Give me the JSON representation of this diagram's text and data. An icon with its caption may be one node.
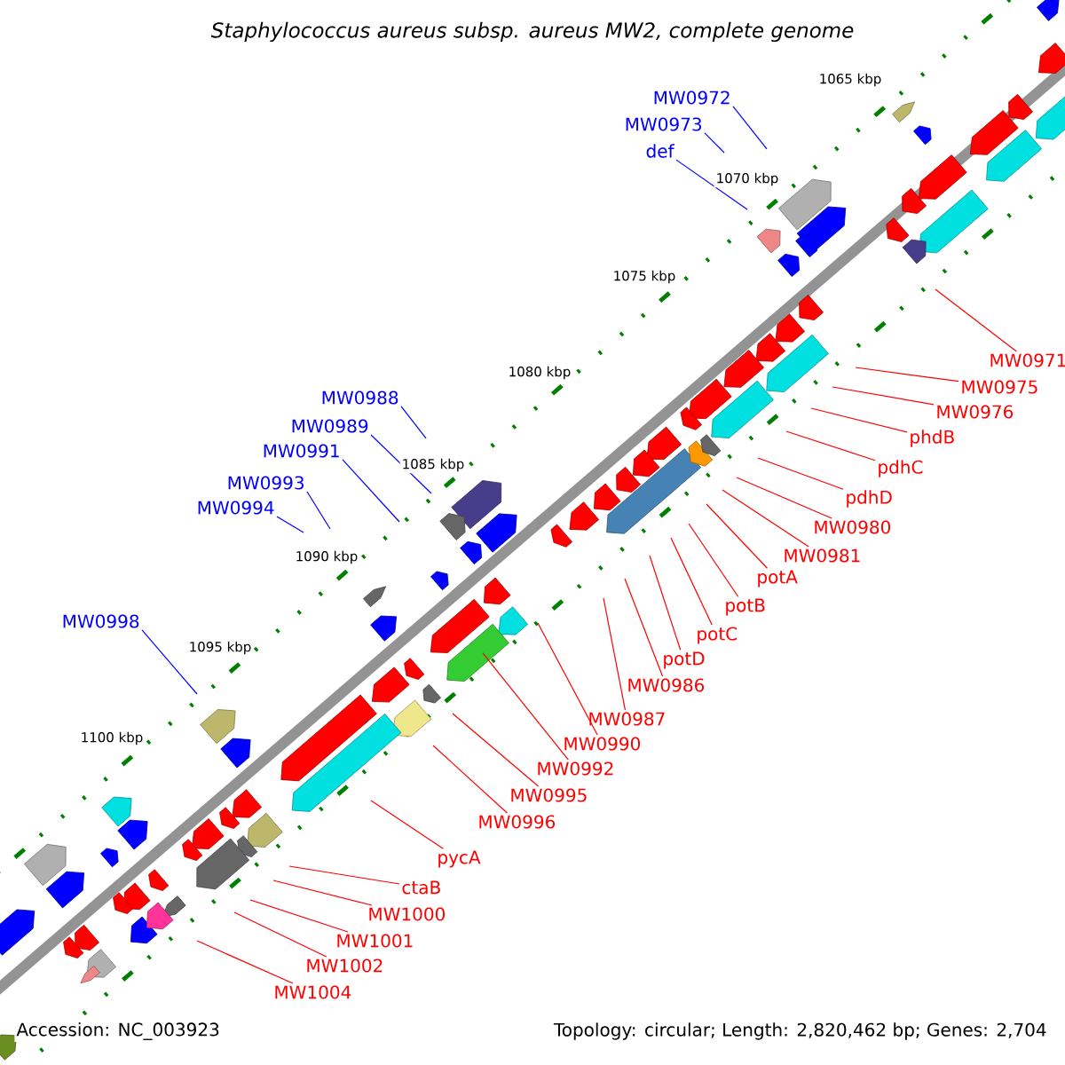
{
  "diagram": {
    "title": "Staphylococcus aureus subsp. aureus MW2, complete genome",
    "nodes": [
      {
        "text": [
          "MW0972"
        ]
      },
      {
        "text": [
          "MW0973"
        ]
      },
      {
        "text": [
          "def"
        ]
      },
      {
        "text": [
          "MW0988"
        ]
      },
      {
        "text": [
          "MW0989"
        ]
      },
      {
        "text": [
          "MW0991"
        ]
      },
      {
        "text": [
          "MW0993"
        ]
      },
      {
        "text": [
          "MW0994"
        ]
      },
      {
        "text": [
          "MW0998"
        ]
      },
      {
        "text": [
          "MW0971"
        ]
      },
      {
        "text": [
          "MW0975"
        ]
      },
      {
        "text": [
          "MW0976"
        ]
      },
      {
        "text": [
          "phdB"
        ]
      },
      {
        "text": [
          "pdhC"
        ]
      },
      {
        "text": [
          "pdhD"
        ]
      },
      {
        "text": [
          "MW0980"
        ]
      },
      {
        "text": [
          "MW0981"
        ]
      },
      {
        "text": [
          "potA"
        ]
      },
      {
        "text": [
          "potB"
        ]
      },
      {
        "text": [
          "potC"
        ]
      },
      {
        "text": [
          "potD"
        ]
      },
      {
        "text": [
          "MW0986"
        ]
      },
      {
        "text": [
          "MW0987"
        ]
      },
      {
        "text": [
          "MW0990"
        ]
      },
      {
        "text": [
          "MW0992"
        ]
      },
      {
        "text": [
          "MW0995"
        ]
      },
      {
        "text": [
          "MW0996"
        ]
      },
      {
        "text": [
          "pycA"
        ]
      },
      {
        "text": [
          "ctaB"
        ]
      },
      {
        "text": [
          "MW1000"
        ]
      },
      {
        "text": [
          "MW1001"
        ]
      },
      {
        "text": [
          "MW1002"
        ]
      },
      {
        "text": [
          "MW1004"
        ]
      }
    ],
    "edges": [
      {
        "from": 0,
        "to": null,
        "arrow": "none",
        "color": "#0000ff"
      },
      {
        "from": 1,
        "to": null,
        "arrow": "none",
        "color": "#0000ff"
      },
      {
        "from": 2,
        "to": null,
        "arrow": "none",
        "color": "#0000ff"
      },
      {
        "from": 3,
        "to": null,
        "arrow": "none",
        "color": "#0000ff"
      },
      {
        "from": 4,
        "to": null,
        "arrow": "none",
        "color": "#0000ff"
      },
      {
        "from": 5,
        "to": null,
        "arrow": "none",
        "color": "#0000ff"
      },
      {
        "from": 6,
        "to": null,
        "arrow": "none",
        "color": "#0000ff"
      },
      {
        "from": 7,
        "to": null,
        "arrow": "none",
        "color": "#0000ff"
      },
      {
        "from": 8,
        "to": null,
        "arrow": "none",
        "color": "#0000ff"
      },
      {
        "from": 9,
        "to": null,
        "arrow": "none"
      },
      {
        "from": 10,
        "to": null,
        "arrow": "none"
      },
      {
        "from": 11,
        "to": null,
        "arrow": "none"
      },
      {
        "from": 12,
        "to": null,
        "arrow": "none"
      },
      {
        "from": 13,
        "to": null,
        "arrow": "none"
      },
      {
        "from": 14,
        "to": null,
        "arrow": "none"
      },
      {
        "from": 15,
        "to": null,
        "arrow": "none"
      },
      {
        "from": 16,
        "to": null,
        "arrow": "none"
      },
      {
        "from": 17,
        "to": null,
        "arrow": "none"
      },
      {
        "from": 18,
        "to": null,
        "arrow": "none"
      },
      {
        "from": 19,
        "to": null,
        "arrow": "none"
      },
      {
        "from": 20,
        "to": null,
        "arrow": "none"
      },
      {
        "from": 21,
        "to": null,
        "arrow": "none"
      },
      {
        "from": 22,
        "to": null,
        "arrow": "none"
      },
      {
        "from": 23,
        "to": null,
        "arrow": "none"
      },
      {
        "from": 24,
        "to": null,
        "arrow": "none"
      },
      {
        "from": 25,
        "to": null,
        "arrow": "none"
      },
      {
        "from": 26,
        "to": null,
        "arrow": "none"
      },
      {
        "from": 27,
        "to": null,
        "arrow": "none"
      },
      {
        "from": 28,
        "to": null,
        "arrow": "none"
      },
      {
        "from": 29,
        "to": null,
        "arrow": "none"
      },
      {
        "from": 30,
        "to": null,
        "arrow": "none"
      },
      {
        "from": 31,
        "to": null,
        "arrow": "none"
      },
      {
        "from": 32,
        "to": null,
        "arrow": "none"
      }
    ],
    "labels": [
      "1065 kbp",
      "1070 kbp",
      "1075 kbp",
      "1080 kbp",
      "1085 kbp",
      "1090 kbp",
      "1095 kbp",
      "1100 kbp",
      "Accession: NC_003923",
      "Topology: circular; Length: 2,820,462 bp; Genes: 2,704"
    ]
  }
}
